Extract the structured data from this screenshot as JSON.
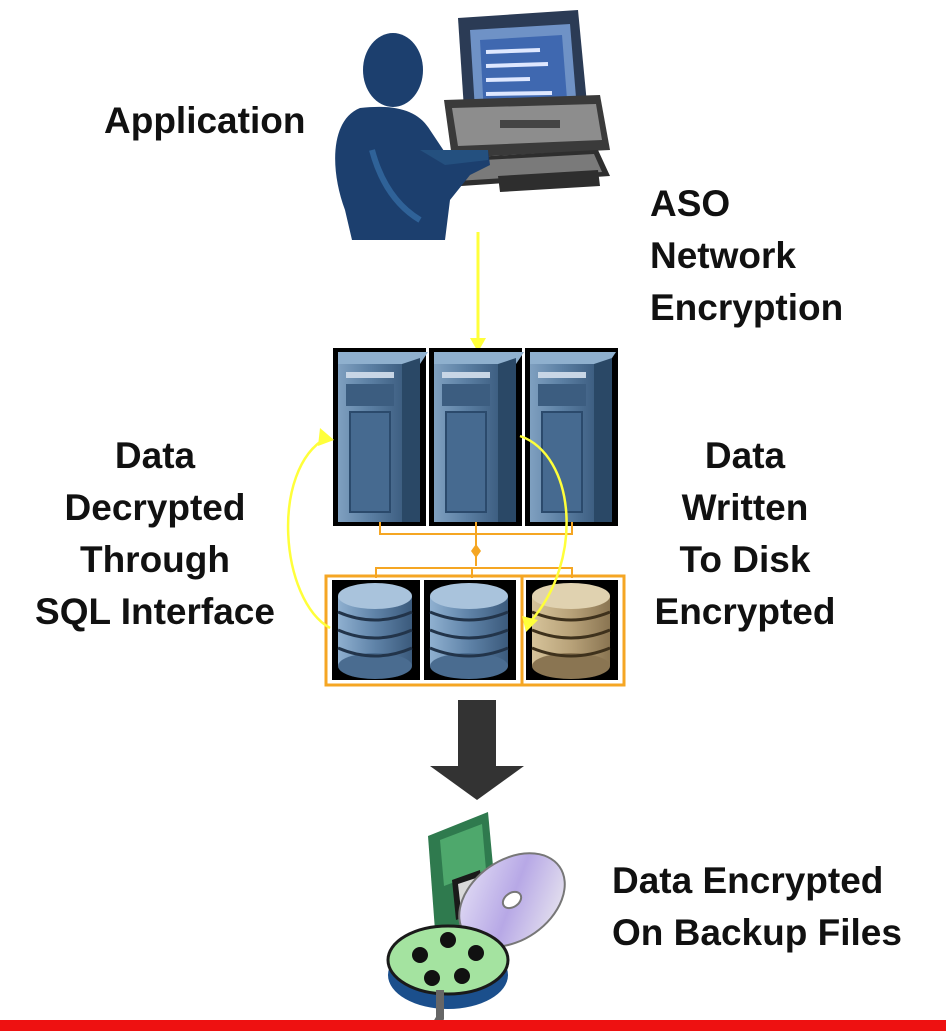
{
  "labels": {
    "application": "Application",
    "aso_network_encryption": [
      "ASO",
      "Network",
      "Encryption"
    ],
    "data_decrypted": [
      "Data",
      "Decrypted",
      "Through",
      "SQL Interface"
    ],
    "data_written": [
      "Data",
      "Written",
      "To Disk",
      "Encrypted"
    ],
    "backup": [
      "Data Encrypted",
      "On Backup Files"
    ]
  },
  "colors": {
    "server_blue": "#5b7fa3",
    "figure_navy": "#1c3f6e",
    "flow_yellow": "#ffff3a",
    "connector_orange": "#f5a623",
    "encrypted_disk": "#b8a279",
    "bottom_bar_red": "#ee1111",
    "arrow_dark": "#333333"
  },
  "icons": [
    "person-at-computer-icon",
    "server-rack-icon",
    "disk-stack-icon",
    "backup-media-icon"
  ]
}
